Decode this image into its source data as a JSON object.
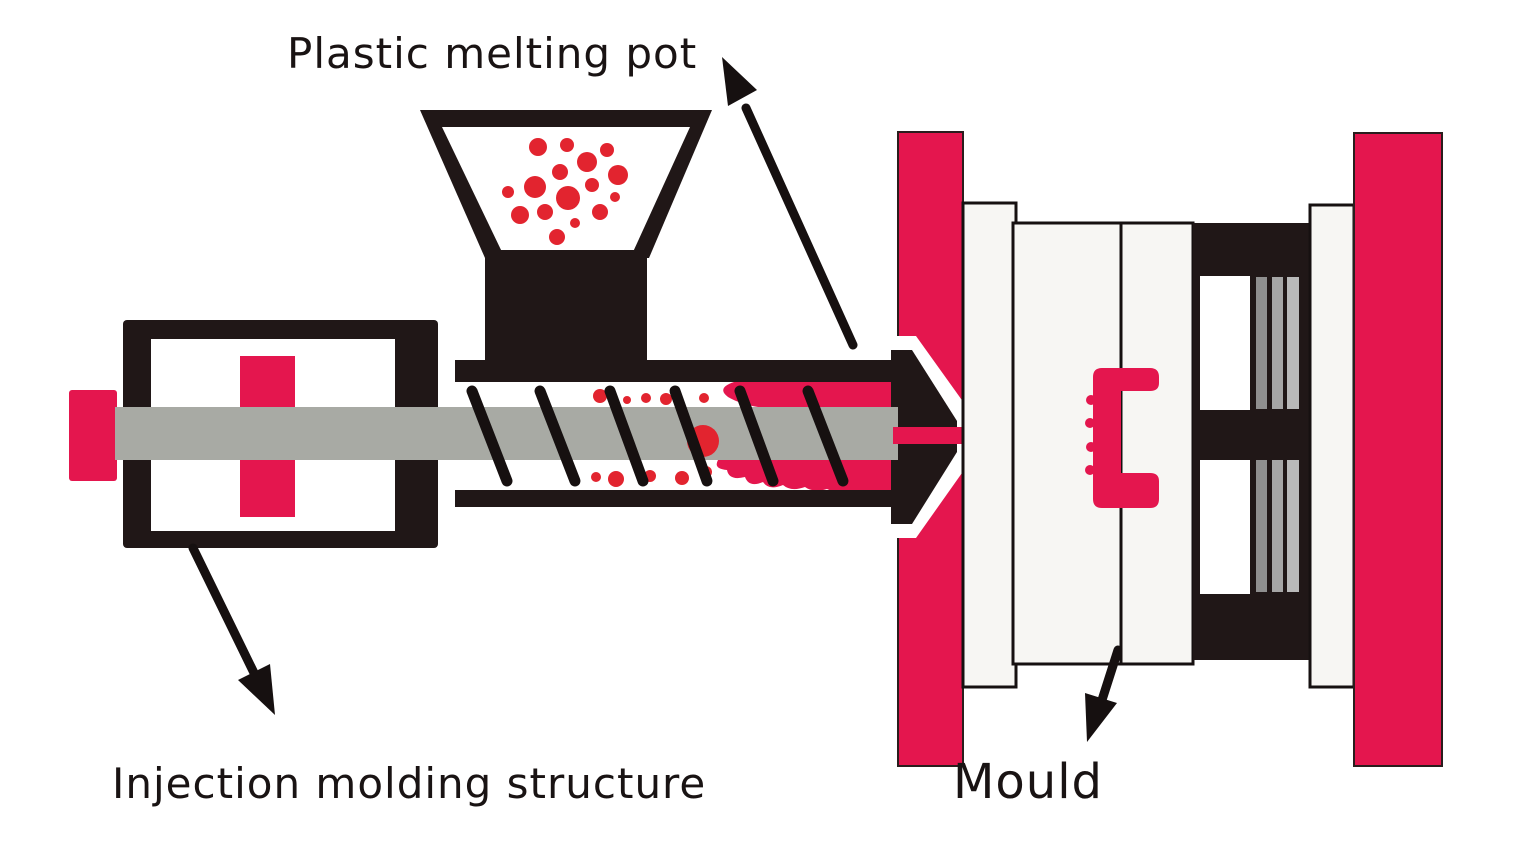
{
  "labels": {
    "hopper": "Plastic melting pot",
    "machine": "Injection molding structure",
    "mould": "Mould"
  },
  "colors": {
    "bg": "#ffffff",
    "black": "#201717",
    "stroke": "#161010",
    "red": "#e4164e",
    "pellet": "#e2242f",
    "shaft": "#a8aaa4",
    "plate": "#f7f6f3",
    "pin1": "#8f8f8f",
    "pin2": "#a6a6a6",
    "pin3": "#b9b9b9"
  }
}
